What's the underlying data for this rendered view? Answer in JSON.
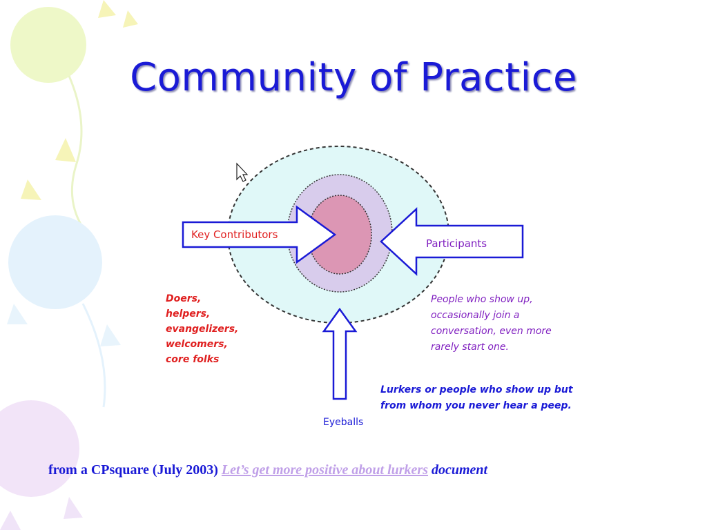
{
  "slide": {
    "title": "Community of Practice",
    "caption": {
      "prefix": "from a CPsquare (July 2003)",
      "link_text": "Let’s get more positive about lurkers",
      "suffix": "document"
    }
  },
  "diagram": {
    "key_contributors_label": "Key Contributors",
    "participants_label": "Participants",
    "eyeballs_label": "Eyeballs",
    "doers_lines": [
      "Doers,",
      "helpers,",
      "evangelizers,",
      "welcomers,",
      "core folks"
    ],
    "participants_desc_lines": [
      "People who show up,",
      "occasionally join a",
      "conversation, even more",
      "rarely start one."
    ],
    "lurkers_desc_lines": [
      "Lurkers or people who show up but",
      "from whom you never hear a peep."
    ]
  },
  "colors": {
    "title": "#1a1ad6",
    "arrow_stroke": "#1a1ad6",
    "outer_circle": "#e0f8f8",
    "middle_circle": "#d8ccec",
    "inner_circle": "#dc96b4",
    "doers_text": "#e02020",
    "description_text": "#8020c0",
    "lurkers_text": "#1a1ad6",
    "link": "#c0a0e8"
  },
  "icons": {
    "cursor": "mouse-pointer-icon"
  }
}
